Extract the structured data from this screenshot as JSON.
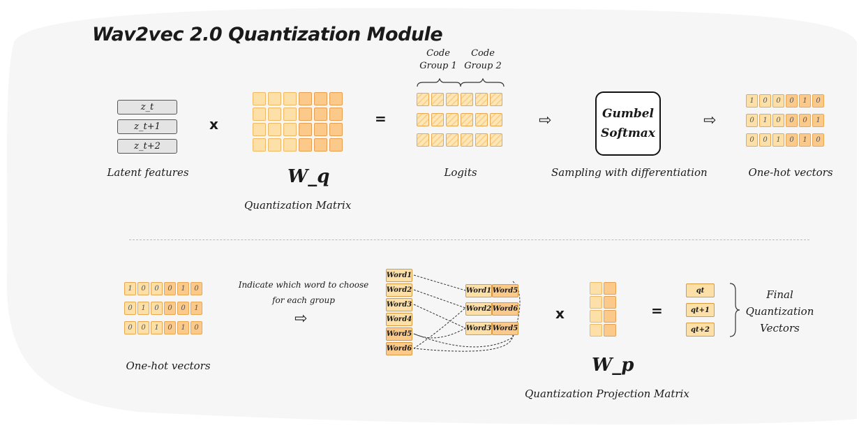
{
  "title": "Wav2vec 2.0 Quantization Module",
  "top": {
    "latent_rows": [
      "z_t",
      "z_t+1",
      "z_t+2"
    ],
    "latent_label": "Latent features",
    "times_op": "x",
    "equals_op": "=",
    "wq_symbol": "W_q",
    "wq_label": "Quantization Matrix",
    "code_group_1": [
      "Code",
      "Group 1"
    ],
    "code_group_2": [
      "Code",
      "Group 2"
    ],
    "logits_label": "Logits",
    "gumbel_line1": "Gumbel",
    "gumbel_line2": "Softmax",
    "sampling_label": "Sampling with differentiation",
    "onehot_label": "One-hot vectors",
    "onehot_rows": [
      [
        "1",
        "0",
        "0",
        "0",
        "1",
        "0"
      ],
      [
        "0",
        "1",
        "0",
        "0",
        "0",
        "1"
      ],
      [
        "0",
        "0",
        "1",
        "0",
        "1",
        "0"
      ]
    ]
  },
  "bottom": {
    "onehot_rows": [
      [
        "1",
        "0",
        "0",
        "0",
        "1",
        "0"
      ],
      [
        "0",
        "1",
        "0",
        "0",
        "0",
        "1"
      ],
      [
        "0",
        "0",
        "1",
        "0",
        "1",
        "0"
      ]
    ],
    "onehot_label": "One-hot vectors",
    "indicate_line1": "Indicate which word to choose",
    "indicate_line2": "for each group",
    "codebook": [
      "Word1",
      "Word2",
      "Word3",
      "Word4",
      "Word5",
      "Word6"
    ],
    "selected_pairs": [
      [
        "Word1",
        "Word5"
      ],
      [
        "Word2",
        "Word6"
      ],
      [
        "Word3",
        "Word5"
      ]
    ],
    "times_op": "x",
    "equals_op": "=",
    "wp_symbol": "W_p",
    "wp_label": "Quantization Projection Matrix",
    "q_rows": [
      "qt",
      "qt+1",
      "qt+2"
    ],
    "final_label": [
      "Final",
      "Quantization",
      "Vectors"
    ]
  },
  "colors": {
    "cell_light": "#fde0a8",
    "cell_dark": "#fbc98a",
    "border": "#e9a850"
  }
}
